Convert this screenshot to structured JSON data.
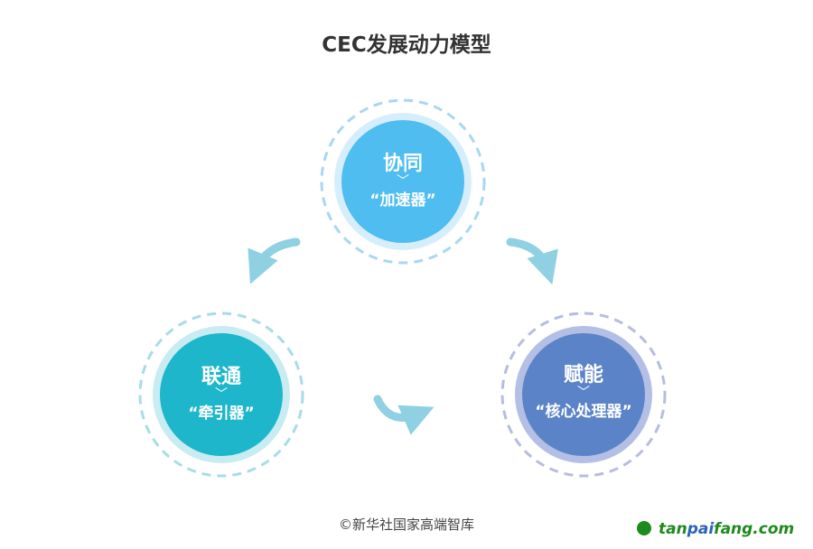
{
  "title": "CEC发展动力模型",
  "nodes": [
    {
      "heading": "协同",
      "chevron": "﹀",
      "subtitle": "“加速器”",
      "color": "#4fbdf0",
      "ring": "#d6eefb",
      "dash": "#a8d8ef"
    },
    {
      "heading": "联通",
      "chevron": "﹀",
      "subtitle": "“牵引器”",
      "color": "#1db6cb",
      "ring": "#c8ecf2",
      "dash": "#a6dde6"
    },
    {
      "heading": "赋能",
      "chevron": "﹀",
      "subtitle": "“核心处理器”",
      "color": "#5b83c8",
      "ring": "#b3bfe4",
      "dash": "#b5bde0"
    }
  ],
  "credit": "©新华社国家高端智库",
  "watermark": {
    "a": "tan",
    "b": "pai",
    "c": "fang.com"
  }
}
